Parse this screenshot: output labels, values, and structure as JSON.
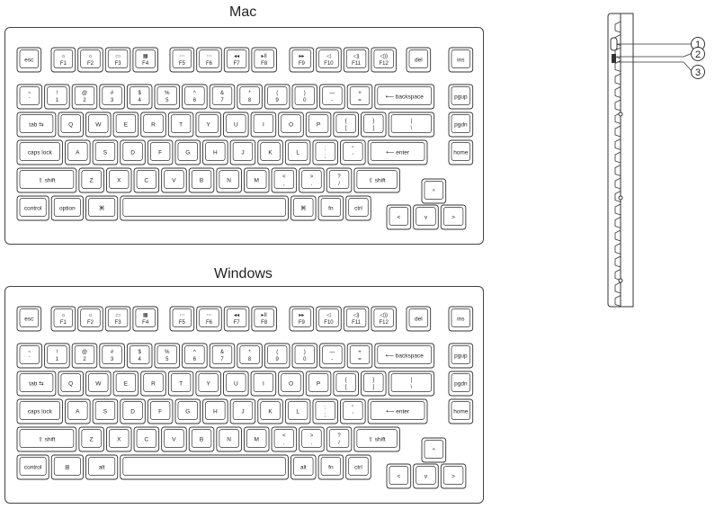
{
  "layouts": [
    {
      "id": "mac",
      "title": "Mac",
      "rows": [
        [
          [
            "esc",
            ""
          ],
          [
            "☼",
            "F1"
          ],
          [
            "☼",
            "F2"
          ],
          [
            "▭",
            "F3"
          ],
          [
            "▦",
            "F4"
          ],
          [
            "⋯",
            "F5"
          ],
          [
            "⋯",
            "F6"
          ],
          [
            "◂◂",
            "F7"
          ],
          [
            "▸II",
            "F8"
          ],
          [
            "▸▸",
            "F9"
          ],
          [
            "◁",
            "F10"
          ],
          [
            "◁)",
            "F11"
          ],
          [
            "◁))",
            "F12"
          ],
          [
            "del",
            ""
          ],
          [
            "ins",
            ""
          ]
        ],
        [
          [
            "~",
            "`"
          ],
          [
            "!",
            "1"
          ],
          [
            "@",
            "2"
          ],
          [
            "#",
            "3"
          ],
          [
            "$",
            "4"
          ],
          [
            "%",
            "5"
          ],
          [
            "^",
            "6"
          ],
          [
            "&",
            "7"
          ],
          [
            "*",
            "8"
          ],
          [
            "(",
            "9"
          ],
          [
            ")",
            "0"
          ],
          [
            "—",
            "-"
          ],
          [
            "+",
            "="
          ],
          [
            "⟵ backspace",
            ""
          ],
          [
            "pgup",
            ""
          ]
        ],
        [
          [
            "tab ⇆",
            ""
          ],
          [
            "Q",
            ""
          ],
          [
            "W",
            ""
          ],
          [
            "E",
            ""
          ],
          [
            "R",
            ""
          ],
          [
            "T",
            ""
          ],
          [
            "Y",
            ""
          ],
          [
            "U",
            ""
          ],
          [
            "I",
            ""
          ],
          [
            "O",
            ""
          ],
          [
            "P",
            ""
          ],
          [
            "{",
            "["
          ],
          [
            "}",
            "]"
          ],
          [
            "|",
            "\\"
          ],
          [
            "pgdn",
            ""
          ]
        ],
        [
          [
            "caps lock",
            ""
          ],
          [
            "A",
            ""
          ],
          [
            "S",
            ""
          ],
          [
            "D",
            ""
          ],
          [
            "F",
            ""
          ],
          [
            "G",
            ""
          ],
          [
            "H",
            ""
          ],
          [
            "J",
            ""
          ],
          [
            "K",
            ""
          ],
          [
            "L",
            ""
          ],
          [
            ":",
            ";"
          ],
          [
            "\"",
            "'"
          ],
          [
            "⟵ enter",
            ""
          ],
          [
            "home",
            ""
          ]
        ],
        [
          [
            "⇧ shift",
            ""
          ],
          [
            "Z",
            ""
          ],
          [
            "X",
            ""
          ],
          [
            "C",
            ""
          ],
          [
            "V",
            ""
          ],
          [
            "B",
            ""
          ],
          [
            "N",
            ""
          ],
          [
            "M",
            ""
          ],
          [
            "<",
            ","
          ],
          [
            ">",
            "."
          ],
          [
            "?",
            "/"
          ],
          [
            "⇧ shift",
            ""
          ],
          [
            "^",
            ""
          ]
        ],
        [
          [
            "control",
            ""
          ],
          [
            "option",
            ""
          ],
          [
            "⌘",
            ""
          ],
          [
            "",
            ""
          ],
          [
            "⌘",
            ""
          ],
          [
            "fn",
            ""
          ],
          [
            "ctrl",
            ""
          ],
          [
            "<",
            ""
          ],
          [
            "v",
            ""
          ],
          [
            ">",
            ""
          ]
        ]
      ]
    },
    {
      "id": "windows",
      "title": "Windows",
      "rows": [
        [
          [
            "esc",
            ""
          ],
          [
            "☼",
            "F1"
          ],
          [
            "☼",
            "F2"
          ],
          [
            "▭",
            "F3"
          ],
          [
            "▦",
            "F4"
          ],
          [
            "⋯",
            "F5"
          ],
          [
            "⋯",
            "F6"
          ],
          [
            "◂◂",
            "F7"
          ],
          [
            "▸II",
            "F8"
          ],
          [
            "▸▸",
            "F9"
          ],
          [
            "◁",
            "F10"
          ],
          [
            "◁)",
            "F11"
          ],
          [
            "◁))",
            "F12"
          ],
          [
            "del",
            ""
          ],
          [
            "ins",
            ""
          ]
        ],
        [
          [
            "~",
            "`"
          ],
          [
            "!",
            "1"
          ],
          [
            "@",
            "2"
          ],
          [
            "#",
            "3"
          ],
          [
            "$",
            "4"
          ],
          [
            "%",
            "5"
          ],
          [
            "^",
            "6"
          ],
          [
            "&",
            "7"
          ],
          [
            "*",
            "8"
          ],
          [
            "(",
            "9"
          ],
          [
            ")",
            "0"
          ],
          [
            "—",
            "-"
          ],
          [
            "+",
            "="
          ],
          [
            "⟵ backspace",
            ""
          ],
          [
            "pgup",
            ""
          ]
        ],
        [
          [
            "tab ⇆",
            ""
          ],
          [
            "Q",
            ""
          ],
          [
            "W",
            ""
          ],
          [
            "E",
            ""
          ],
          [
            "R",
            ""
          ],
          [
            "T",
            ""
          ],
          [
            "Y",
            ""
          ],
          [
            "U",
            ""
          ],
          [
            "I",
            ""
          ],
          [
            "O",
            ""
          ],
          [
            "P",
            ""
          ],
          [
            "{",
            "["
          ],
          [
            "}",
            "]"
          ],
          [
            "|",
            "\\"
          ],
          [
            "pgdn",
            ""
          ]
        ],
        [
          [
            "caps lock",
            ""
          ],
          [
            "A",
            ""
          ],
          [
            "S",
            ""
          ],
          [
            "D",
            ""
          ],
          [
            "F",
            ""
          ],
          [
            "G",
            ""
          ],
          [
            "H",
            ""
          ],
          [
            "J",
            ""
          ],
          [
            "K",
            ""
          ],
          [
            "L",
            ""
          ],
          [
            ":",
            ";"
          ],
          [
            "\"",
            "'"
          ],
          [
            "⟵ enter",
            ""
          ],
          [
            "home",
            ""
          ]
        ],
        [
          [
            "⇧ shift",
            ""
          ],
          [
            "Z",
            ""
          ],
          [
            "X",
            ""
          ],
          [
            "C",
            ""
          ],
          [
            "V",
            ""
          ],
          [
            "B",
            ""
          ],
          [
            "N",
            ""
          ],
          [
            "M",
            ""
          ],
          [
            "<",
            ","
          ],
          [
            ">",
            "."
          ],
          [
            "?",
            "/"
          ],
          [
            "⇧ shift",
            ""
          ],
          [
            "^",
            ""
          ]
        ],
        [
          [
            "control",
            ""
          ],
          [
            "⊞",
            ""
          ],
          [
            "alt",
            ""
          ],
          [
            "",
            ""
          ],
          [
            "alt",
            ""
          ],
          [
            "fn",
            ""
          ],
          [
            "ctrl",
            ""
          ],
          [
            "<",
            ""
          ],
          [
            "v",
            ""
          ],
          [
            ">",
            ""
          ]
        ]
      ]
    }
  ],
  "callouts": [
    "1",
    "2",
    "3"
  ],
  "colors": {
    "line": "#333333",
    "fill": "#ffffff"
  }
}
